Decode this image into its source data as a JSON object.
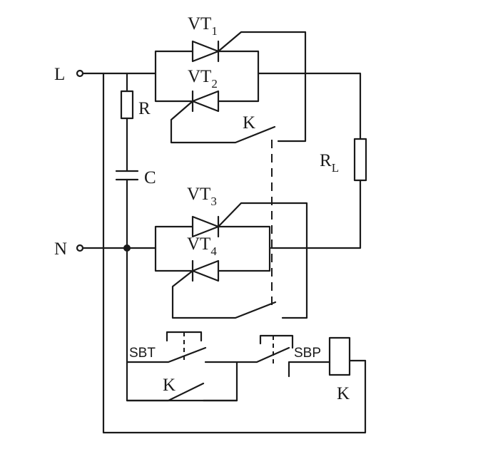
{
  "terminals": {
    "line": "L",
    "neutral": "N"
  },
  "labels": {
    "vt1": {
      "base": "VT",
      "sub": "1"
    },
    "vt2": {
      "base": "VT",
      "sub": "2"
    },
    "vt3": {
      "base": "VT",
      "sub": "3"
    },
    "vt4": {
      "base": "VT",
      "sub": "4"
    },
    "resistor": "R",
    "capacitor": "C",
    "load": {
      "base": "R",
      "sub": "L"
    },
    "contact_upper": "K",
    "contact_lower": "K",
    "coil": "K",
    "start_button": "SBT",
    "stop_button": "SBP"
  }
}
